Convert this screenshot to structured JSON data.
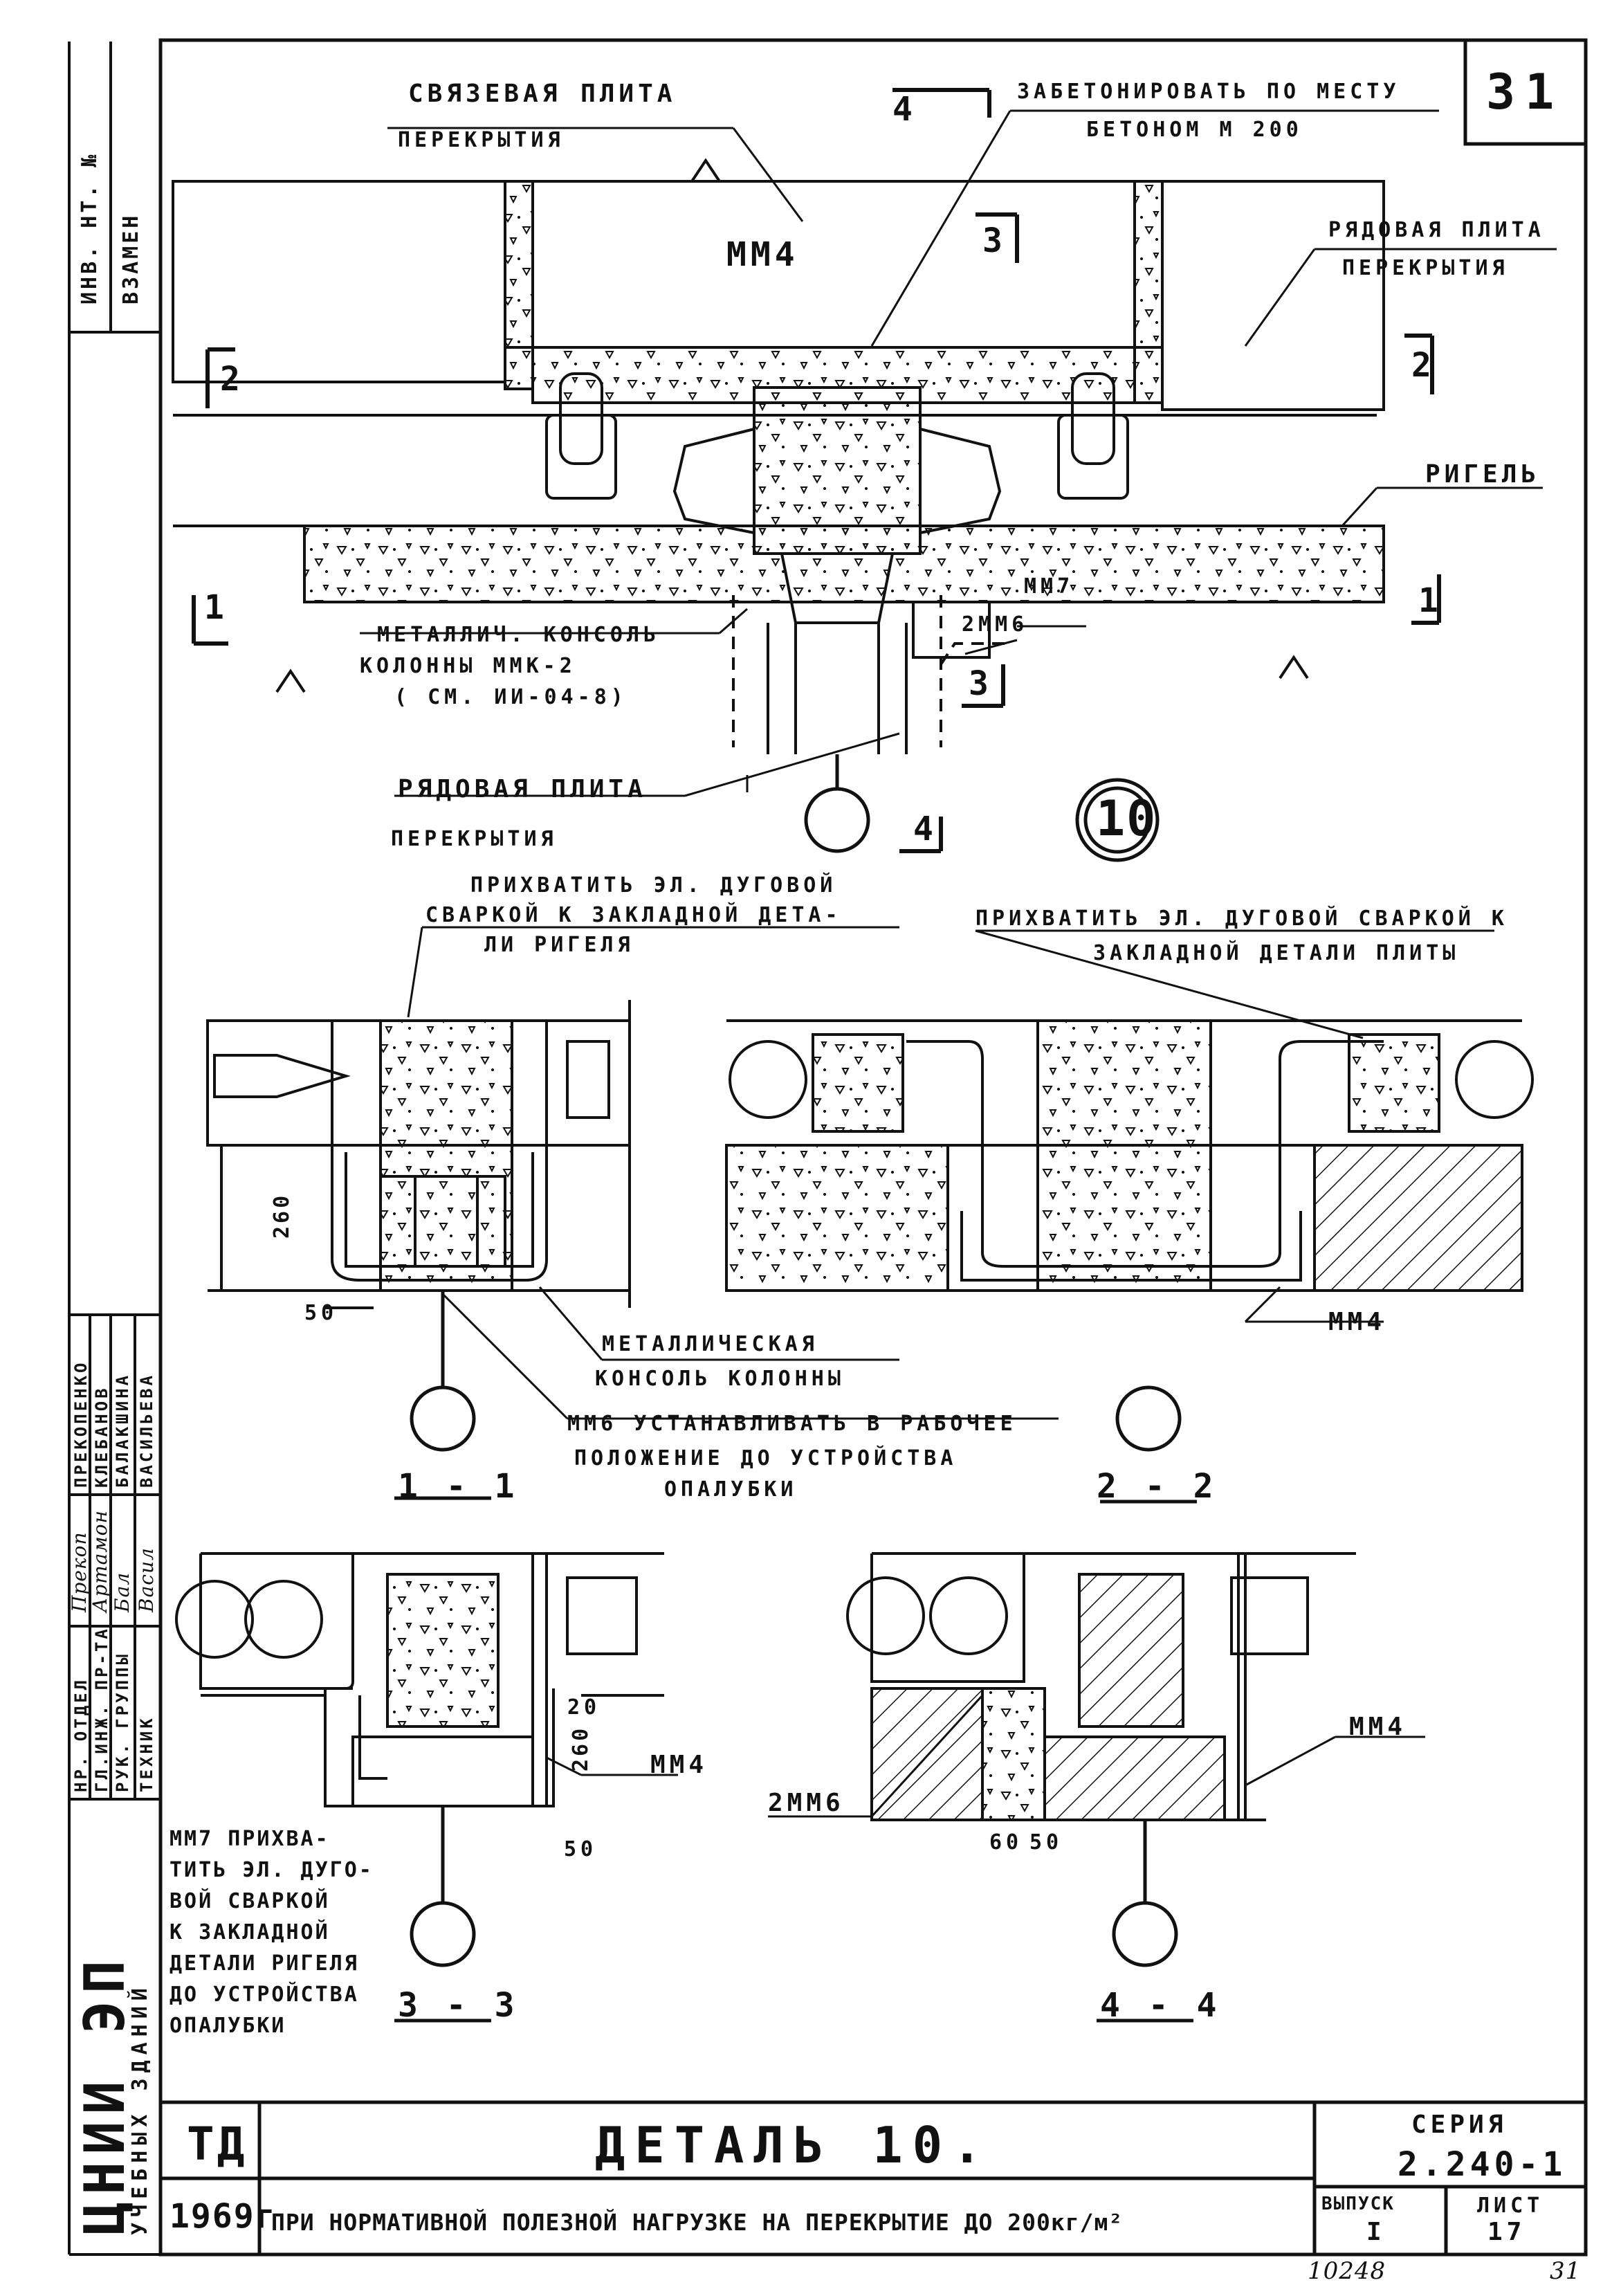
{
  "sheet": {
    "number": "31",
    "detail_circle": "10",
    "bottom_note_code": "10248",
    "bottom_note_page": "31"
  },
  "plan_labels": {
    "tie_slab": [
      "СВЯЗЕВАЯ ПЛИТА",
      "ПЕРЕКРЫТИЯ"
    ],
    "concrete_in_place": [
      "ЗАБЕТОНИРОВАТЬ ПО МЕСТУ",
      "БЕТОНОМ М 200"
    ],
    "row_slab_top": [
      "РЯДОВАЯ ПЛИТА",
      "ПЕРЕКРЫТИЯ"
    ],
    "riegel": "РИГЕЛЬ",
    "mm4": "ММ4",
    "mm7": "ММ7",
    "two_mm6": "2ММ6",
    "metal_console": [
      "МЕТАЛЛИЧ. КОНСОЛЬ",
      "КОЛОННЫ ММК-2",
      "( СМ. ИИ-04-8)"
    ],
    "row_slab_bottom": [
      "РЯДОВАЯ ПЛИТА",
      "ПЕРЕКРЫТИЯ"
    ]
  },
  "section_marks": {
    "s1_left": "1",
    "s1_right": "1",
    "s2_left": "2",
    "s2_right": "2",
    "s3_top": "3",
    "s3_bottom": "3",
    "s4_top": "4",
    "s4_bottom": "4"
  },
  "weld_notes": {
    "left": [
      "ПРИХВАТИТЬ ЭЛ. ДУГОВОЙ",
      "СВАРКОЙ К ЗАКЛАДНОЙ ДЕТА-",
      "ЛИ РИГЕЛЯ"
    ],
    "right": [
      "ПРИХВАТИТЬ ЭЛ. ДУГОВОЙ СВАРКОЙ К",
      "ЗАКЛАДНОЙ ДЕТАЛИ ПЛИТЫ"
    ],
    "mm7": [
      "ММ7 ПРИХВА-",
      "ТИТЬ ЭЛ. ДУГО-",
      "ВОЙ СВАРКОЙ",
      "К ЗАКЛАДНОЙ",
      "ДЕТАЛИ РИГЕЛЯ",
      "ДО УСТРОЙСТВА",
      "ОПАЛУБКИ"
    ]
  },
  "middle_labels": {
    "metal_console": [
      "МЕТАЛЛИЧЕСКАЯ",
      "КОНСОЛЬ КОЛОННЫ"
    ],
    "mm6_install": [
      "ММ6 УСТАНАВЛИВАТЬ В РАБОЧЕЕ",
      "ПОЛОЖЕНИЕ ДО УСТРОЙСТВА",
      "ОПАЛУБКИ"
    ],
    "mm4": "ММ4"
  },
  "dims": {
    "d260_a": "260",
    "d50_a": "50",
    "d20": "20",
    "d260_b": "260",
    "d50_b": "50",
    "d60": "60",
    "d50_c": "50"
  },
  "section_titles": {
    "s11": "1 - 1",
    "s22": "2 - 2",
    "s33": "3 - 3",
    "s44": "4 - 4"
  },
  "lower_labels": {
    "mm4_left": "ММ4",
    "mm4_right": "ММ4",
    "two_mm6": "2ММ6"
  },
  "side_stamp": {
    "inv_no": "ИНВ. НТ. №",
    "replace": "ВЗАМЕН",
    "roles": [
      "НР. ОТДЕЛ",
      "ГЛ.ИНЖ. ПР-ТА",
      "РУК. ГРУППЫ",
      "ТЕХНИК"
    ],
    "names": [
      "ПРЕКОПЕНКО",
      "КЛЕБАНОВ",
      "БАЛАКШИНА",
      "ВАСИЛЬЕВА"
    ],
    "signatures": [
      "Прекоп",
      "Артамон",
      "Бал",
      "Васил"
    ],
    "org": "ЦНИИ ЭП",
    "org_sub": "УЧЕБНЫХ ЗДАНИЙ"
  },
  "title_block": {
    "td": "ТД",
    "year": "1969г",
    "title": "ДЕТАЛЬ 10.",
    "subtitle": "ПРИ НОРМАТИВНОЙ ПОЛЕЗНОЙ НАГРУЗКЕ НА ПЕРЕКРЫТИЕ ДО 200кг/м²",
    "series_label": "СЕРИЯ",
    "series_value": "2.240-1",
    "issue_label": "ВЫПУСК",
    "issue_value": "I",
    "sheet_label": "ЛИСТ",
    "sheet_value": "17"
  }
}
